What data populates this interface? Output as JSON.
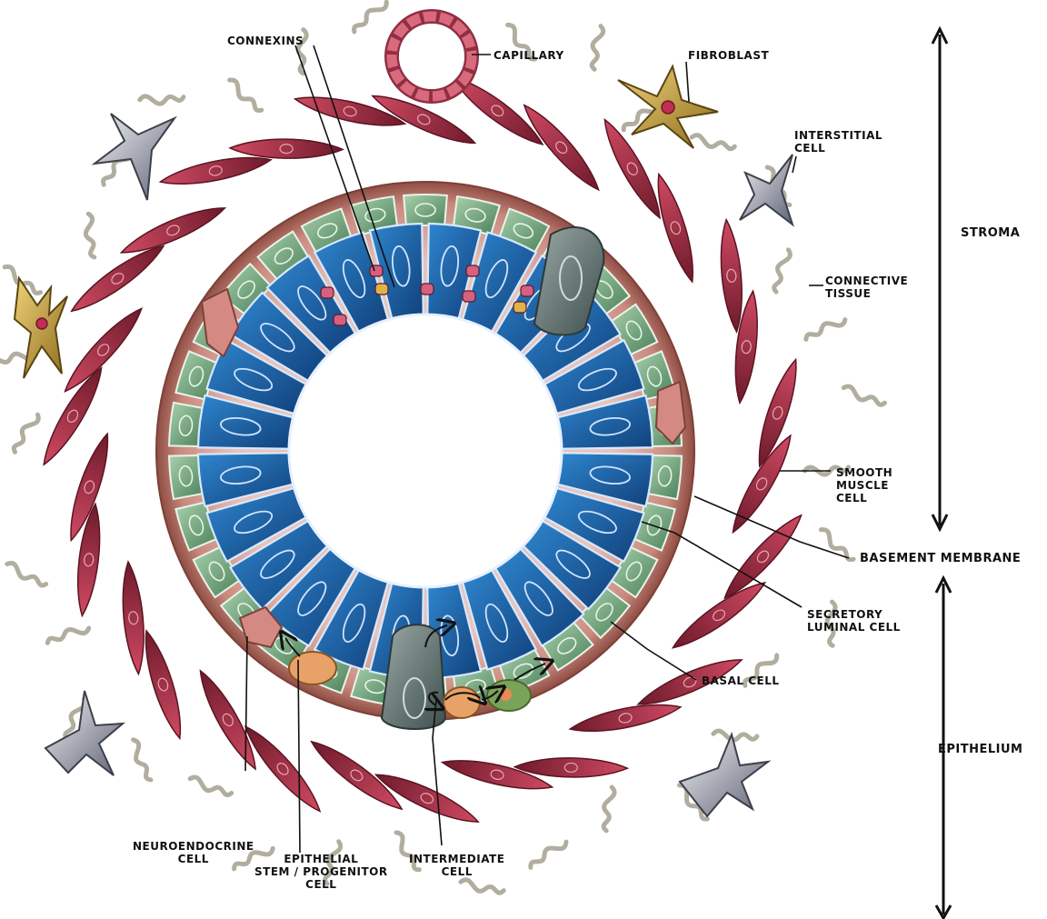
{
  "colors": {
    "luminal": "#1f6cb0",
    "luminal_dark": "#0f3f78",
    "basal": "#5e9a6e",
    "basal_light": "#9fc7a3",
    "membrane": "#c8897d",
    "membrane_dark": "#8f4d43",
    "muscle": "#b13048",
    "muscle_dark": "#6d1a2b",
    "fibroblast": "#c9a33a",
    "interstitial": "#a5a9b8",
    "fiber": "#b1ae9f",
    "neuroendocrine": "#d48a82",
    "stem": "#e8a268",
    "intermediate": "#6f817e",
    "connexin_pink": "#d6607e",
    "connexin_yellow": "#e0b34a"
  },
  "labels": {
    "connexins": "CONNEXINS",
    "capillary": "CAPILLARY",
    "fibroblast": "FIBROBLAST",
    "interstitial_cell": "INTERSTITIAL\nCELL",
    "stroma": "STROMA",
    "connective_tissue": "CONNECTIVE\nTISSUE",
    "smooth_muscle_cell": "SMOOTH\nMUSCLE\nCELL",
    "basement_membrane": "BASEMENT MEMBRANE",
    "secretory_luminal_cell": "SECRETORY\nLUMINAL CELL",
    "basal_cell": "BASAL CELL",
    "epithelium": "EPITHELIUM",
    "neuroendocrine_cell": "NEUROENDOCRINE\nCELL",
    "epithelial_stem_progenitor_cell": "EPITHELIAL\nSTEM / PROGENITOR\nCELL",
    "intermediate_cell": "INTERMEDIATE\nCELL"
  }
}
